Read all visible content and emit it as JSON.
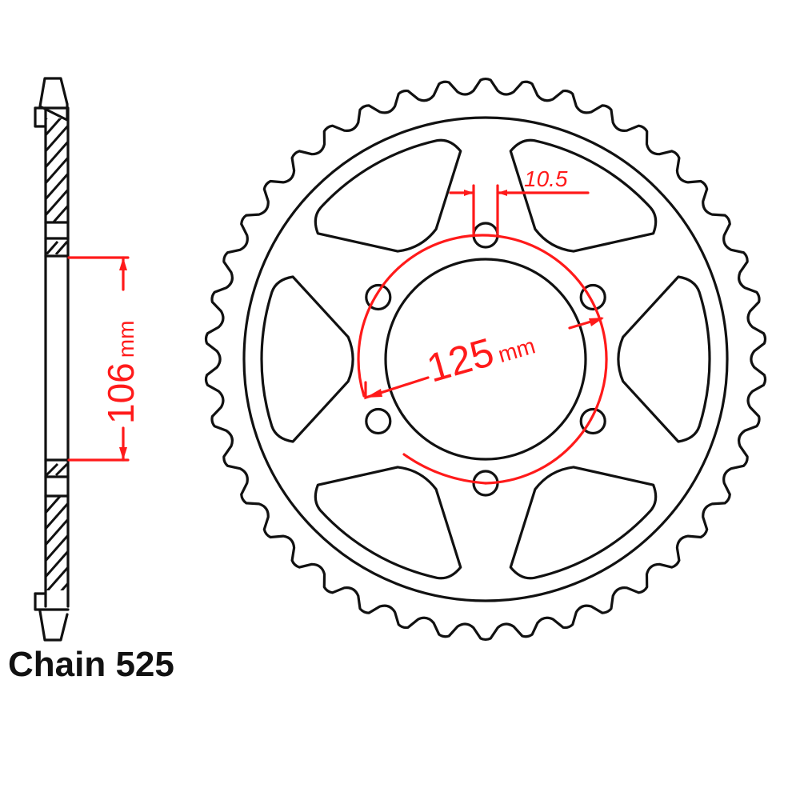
{
  "caption": "Chain 525",
  "colors": {
    "ink": "#111111",
    "dimension": "#ff1a1a",
    "background": "#ffffff"
  },
  "side_view": {
    "label": "sprocket-side-profile",
    "dimension": {
      "value": "106",
      "unit": "mm",
      "text": "106 mm"
    }
  },
  "front_view": {
    "label": "sprocket-front-view",
    "tooth_count": 42,
    "bolt_holes": 6,
    "spokes": 6,
    "dimensions": {
      "pcd": {
        "value": "125",
        "unit": "mm",
        "text": "125 mm"
      },
      "bolt_hole": {
        "value": "10.5",
        "text": "10.5"
      }
    }
  }
}
